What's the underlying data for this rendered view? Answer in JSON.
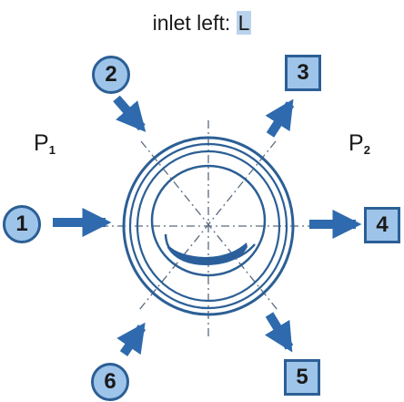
{
  "header": {
    "label": "inlet left:",
    "value": "L"
  },
  "pressures": {
    "p1": {
      "symbol": "P",
      "subscript": "1"
    },
    "p2": {
      "symbol": "P",
      "subscript": "2"
    }
  },
  "ports": [
    {
      "id": "1",
      "shape": "circle",
      "direction": "inlet"
    },
    {
      "id": "2",
      "shape": "circle",
      "direction": "inlet"
    },
    {
      "id": "3",
      "shape": "square",
      "direction": "outlet"
    },
    {
      "id": "4",
      "shape": "square",
      "direction": "outlet"
    },
    {
      "id": "5",
      "shape": "square",
      "direction": "outlet"
    },
    {
      "id": "6",
      "shape": "circle",
      "direction": "inlet"
    }
  ],
  "colors": {
    "arrow": "#2e6aad",
    "ring": "#2c5f95",
    "port_fill": "#9ec4ea",
    "highlight": "#b9d3ec"
  }
}
